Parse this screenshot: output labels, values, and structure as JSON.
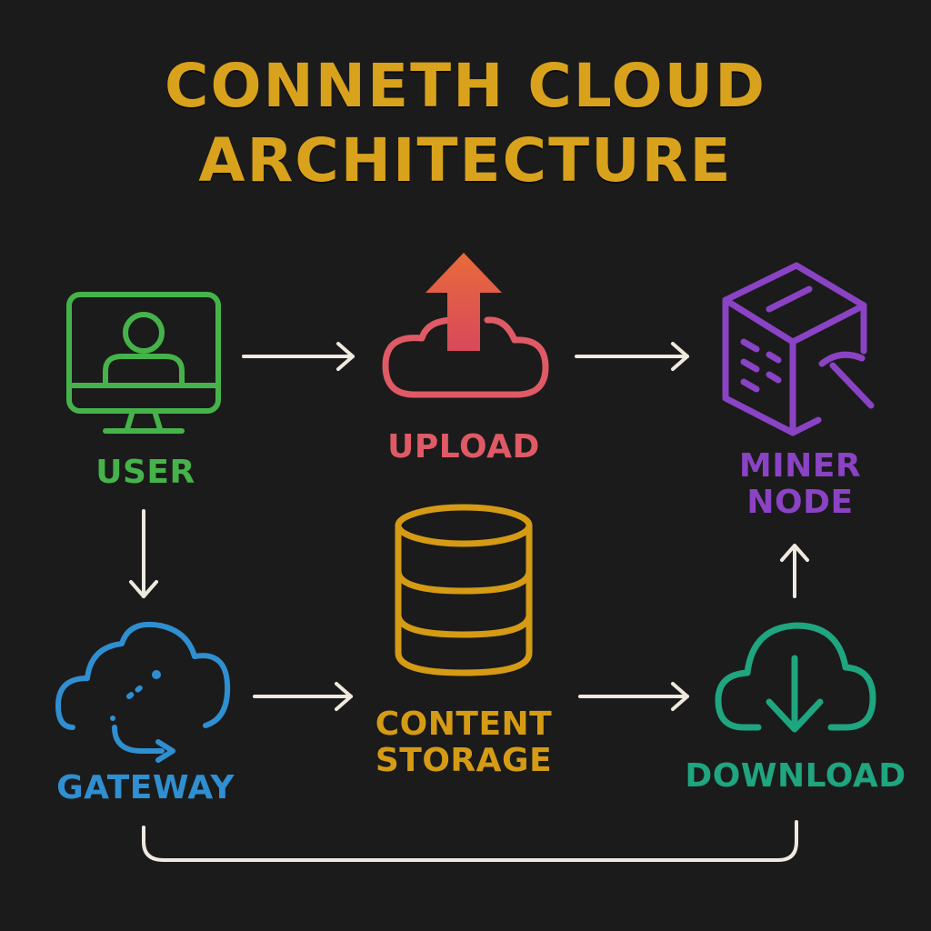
{
  "title": {
    "line1": "CONNETH CLOUD",
    "line2": "ARCHITECTURE",
    "color": "#d9a21c"
  },
  "nodes": {
    "user": {
      "label": "USER",
      "icon": "monitor-user-icon",
      "color": "#45b34a"
    },
    "upload": {
      "label": "UPLOAD",
      "icon": "cloud-upload-icon",
      "color": "#e05a66"
    },
    "miner": {
      "label_line1": "MINER",
      "label_line2": "NODE",
      "icon": "miner-box-pickaxe-icon",
      "color": "#8a43c4"
    },
    "gateway": {
      "label": "GATEWAY",
      "icon": "cloud-gateway-icon",
      "color": "#2f8fd0"
    },
    "storage": {
      "label_line1": "CONTENT",
      "label_line2": "STORAGE",
      "icon": "database-icon",
      "color": "#d59b15"
    },
    "download": {
      "label": "DOWNLOAD",
      "icon": "cloud-download-icon",
      "color": "#1fa57f"
    }
  },
  "connector_color": "#efe9df",
  "upload_arrow_gradient": [
    "#e86b3a",
    "#d8485c"
  ]
}
